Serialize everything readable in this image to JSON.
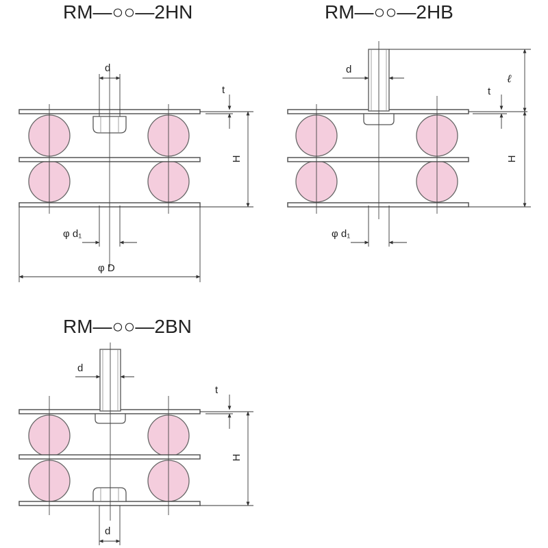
{
  "colors": {
    "ball_fill": "#f4cddd",
    "line": "#444444",
    "text": "#222222"
  },
  "views": {
    "hn": {
      "title": "RM—○○—2HN",
      "dim_d": "d",
      "dim_t": "t",
      "dim_H": "H",
      "dim_d1": "φ d₁",
      "dim_D": "φ D"
    },
    "hb": {
      "title": "RM—○○—2HB",
      "dim_d": "d",
      "dim_l": "ℓ",
      "dim_t": "t",
      "dim_H": "H",
      "dim_d1": "φ d₁"
    },
    "bn": {
      "title": "RM—○○—2BN",
      "dim_d_top": "d",
      "dim_t": "t",
      "dim_H": "H",
      "dim_d_bottom": "d"
    }
  }
}
